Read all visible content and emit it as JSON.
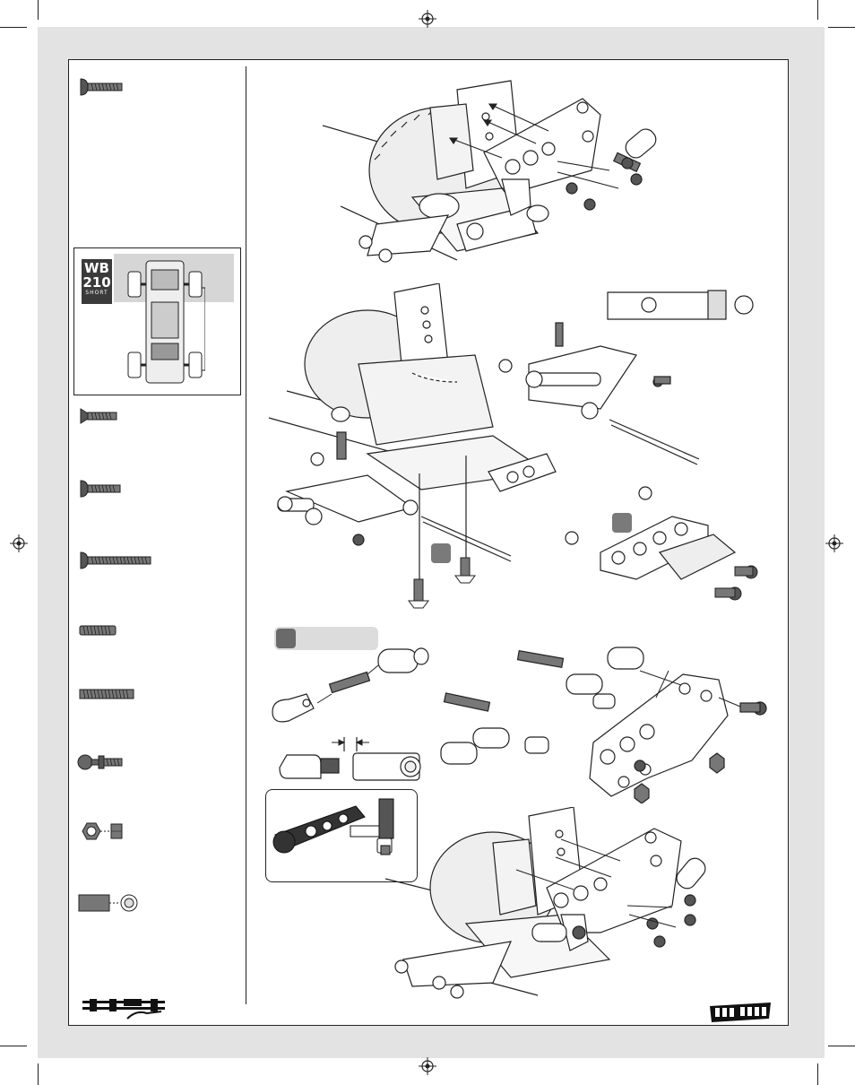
{
  "badge": {
    "line1": "WB",
    "line2": "210",
    "line3": "SHORT"
  },
  "logos": {
    "left": "hpi-racing-logo",
    "right": "cup-racer-logo"
  },
  "icons": [
    "registration-mark-icon",
    "screw-icon",
    "nut-icon",
    "ball-stud-icon",
    "spacer-icon"
  ]
}
